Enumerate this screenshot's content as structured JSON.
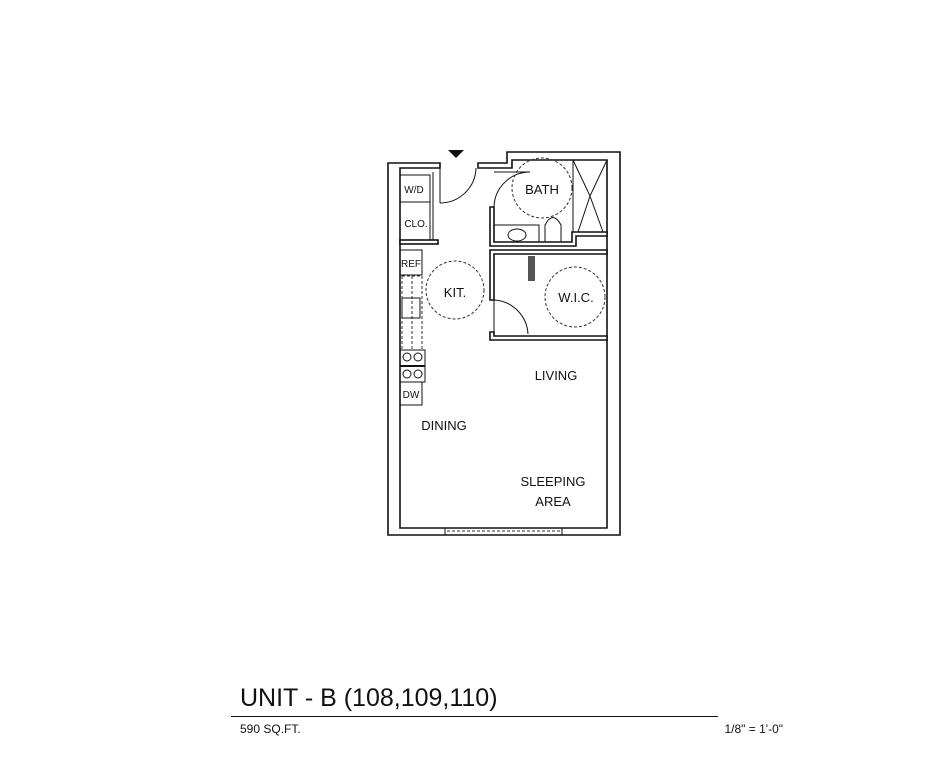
{
  "plan": {
    "rooms": {
      "wd": "W/D",
      "closet": "CLO.",
      "refrigerator": "REF",
      "kitchen": "KIT.",
      "bath": "BATH",
      "walk_in_closet": "W.I.C.",
      "dishwasher": "DW",
      "living": "LIVING",
      "dining": "DINING",
      "sleeping_line1": "SLEEPING",
      "sleeping_line2": "AREA"
    }
  },
  "caption": {
    "title": "UNIT - B (108,109,110)",
    "area": "590 SQ.FT.",
    "scale": "1/8\" = 1'-0\""
  }
}
